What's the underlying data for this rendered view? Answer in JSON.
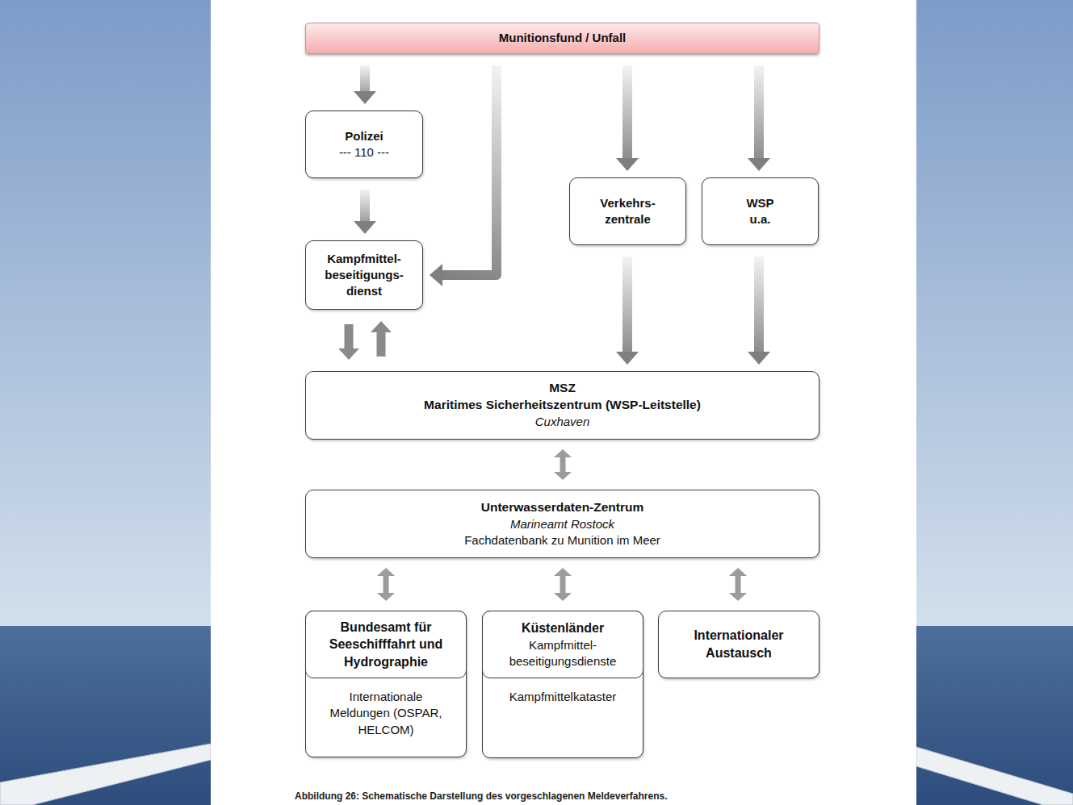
{
  "diagram": {
    "caption": "Abbildung 26: Schematische Darstellung des vorgeschlagenen Meldeverfahrens.",
    "nodes": [
      {
        "text": [
          "Munitionsfund / Unfall"
        ]
      },
      {
        "text": [
          "Polizei",
          "--- 110 ---"
        ]
      },
      {
        "text": [
          "Kampfmittel- beseitigungs- dienst"
        ]
      },
      {
        "text": [
          "Verkehrs- zentrale"
        ]
      },
      {
        "text": [
          "WSP u.a."
        ]
      },
      {
        "text": [
          "MSZ",
          "Maritimes Sicherheitszentrum (WSP-Leitstelle)",
          "Cuxhaven"
        ]
      },
      {
        "text": [
          "Unterwasserdaten-Zentrum",
          "Marineamt Rostock",
          "Fachdatenbank zu Munition im Meer"
        ]
      },
      {
        "text": [
          "Internationale Meldungen (OSPAR, HELCOM)"
        ]
      },
      {
        "text": [
          "Bundesamt für Seeschifffahrt und Hydrographie"
        ],
        "in": 7
      },
      {
        "text": [
          "Kampfmittelkataster"
        ]
      },
      {
        "text": [
          "Küstenländer",
          "Kampfmittel- beseitigungsdienste"
        ],
        "in": 9
      },
      {
        "text": [
          "Internationaler Austausch"
        ]
      }
    ],
    "edges": [
      {
        "from": 0,
        "to": 1,
        "arrow": "to"
      },
      {
        "from": 0,
        "to": 2,
        "arrow": "to"
      },
      {
        "from": 0,
        "to": 3,
        "arrow": "to"
      },
      {
        "from": 0,
        "to": 4,
        "arrow": "to"
      },
      {
        "from": 1,
        "to": 2,
        "arrow": "to"
      },
      {
        "from": 2,
        "to": 5,
        "arrow": "to"
      },
      {
        "from": 5,
        "to": 2,
        "arrow": "to"
      },
      {
        "from": 3,
        "to": 5,
        "arrow": "to"
      },
      {
        "from": 4,
        "to": 5,
        "arrow": "to"
      },
      {
        "from": 5,
        "to": 6,
        "arrow": "both"
      },
      {
        "from": 6,
        "to": 7,
        "arrow": "both"
      },
      {
        "from": 6,
        "to": 9,
        "arrow": "both"
      },
      {
        "from": 6,
        "to": 11,
        "arrow": "both"
      }
    ]
  }
}
